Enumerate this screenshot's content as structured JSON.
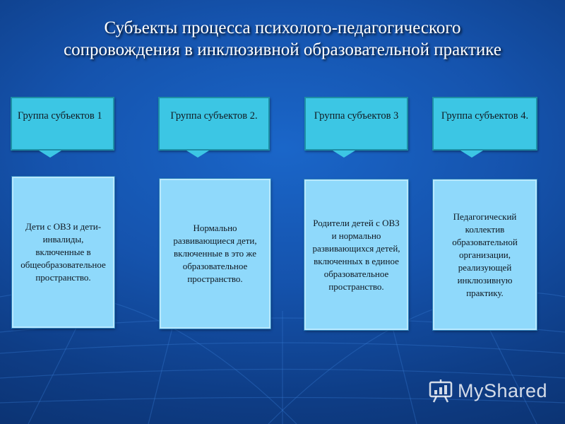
{
  "slide": {
    "title_line1": "Субъекты процесса психолого-педагогического",
    "title_line2": "сопровождения в инклюзивной образовательной практике"
  },
  "groups": [
    {
      "label": "Группа субъектов 1"
    },
    {
      "label": "Группа субъектов 2."
    },
    {
      "label": "Группа субъектов 3"
    },
    {
      "label": "Группа субъектов 4."
    }
  ],
  "descriptions": [
    {
      "text": "Дети с ОВЗ и дети-инвалиды, включенные в общеобразовательное пространство."
    },
    {
      "text": "Нормально развивающиеся дети, включенные в это же образовательное пространство."
    },
    {
      "text": "Родители детей с ОВЗ и нормально развивающихся детей, включенных в единое образовательное пространство."
    },
    {
      "text": "Педагогический коллектив образовательной организации, реализующей инклюзивную практику."
    }
  ],
  "watermark": {
    "text": "MyShared"
  },
  "colors": {
    "background": "#1553ad",
    "group_fill": "#3cc6e4",
    "card_fill": "#8fd9fb"
  }
}
